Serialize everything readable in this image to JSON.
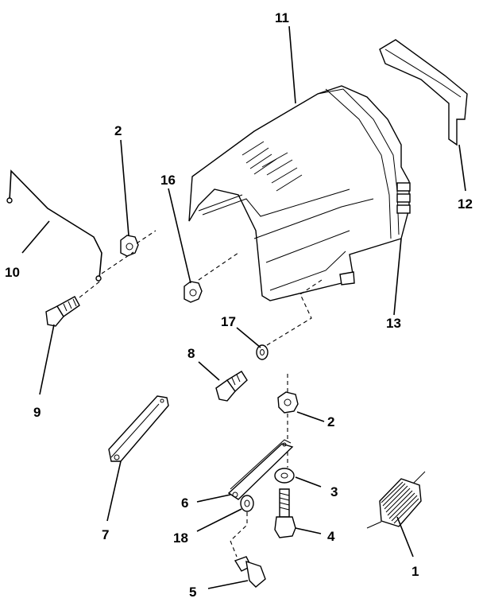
{
  "callouts": {
    "c1": "1",
    "c2a": "2",
    "c2b": "2",
    "c3": "3",
    "c4": "4",
    "c5": "5",
    "c6": "6",
    "c7": "7",
    "c8": "8",
    "c9": "9",
    "c10": "10",
    "c11": "11",
    "c12": "12",
    "c13": "13",
    "c16": "16",
    "c17": "17",
    "c18": "18"
  }
}
